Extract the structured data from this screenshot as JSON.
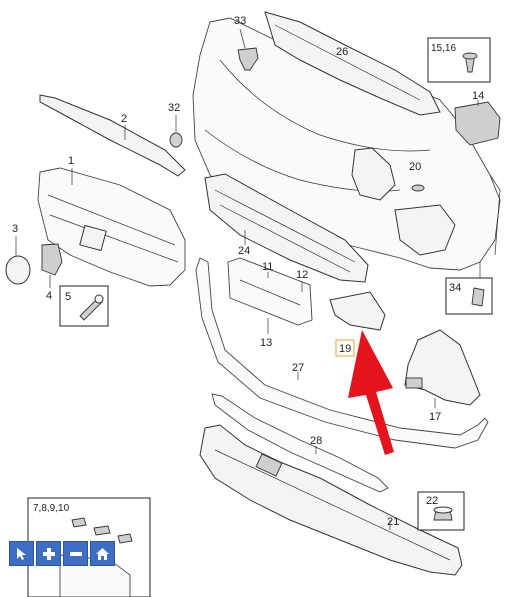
{
  "callouts": {
    "c1": "1",
    "c2": "2",
    "c3": "3",
    "c4": "4",
    "c5": "5",
    "c11": "11",
    "c12": "12",
    "c13": "13",
    "c14": "14",
    "c15_16": "15,16",
    "c17": "17",
    "c19": "19",
    "c20": "20",
    "c21": "21",
    "c22": "22",
    "c24": "24",
    "c26": "26",
    "c27": "27",
    "c28": "28",
    "c32": "32",
    "c33": "33",
    "c34": "34",
    "c7_10": "7,8,9,10"
  },
  "toolbar": {
    "items": [
      {
        "name": "pointer-tool-button",
        "icon": "cursor-icon"
      },
      {
        "name": "zoom-in-button",
        "icon": "plus-icon"
      },
      {
        "name": "zoom-out-button",
        "icon": "minus-icon"
      },
      {
        "name": "home-button",
        "icon": "home-icon"
      }
    ]
  },
  "colors": {
    "arrow": "#e3141b",
    "toolbar": "#3c6fc4",
    "highlight": "#e8a33a"
  }
}
